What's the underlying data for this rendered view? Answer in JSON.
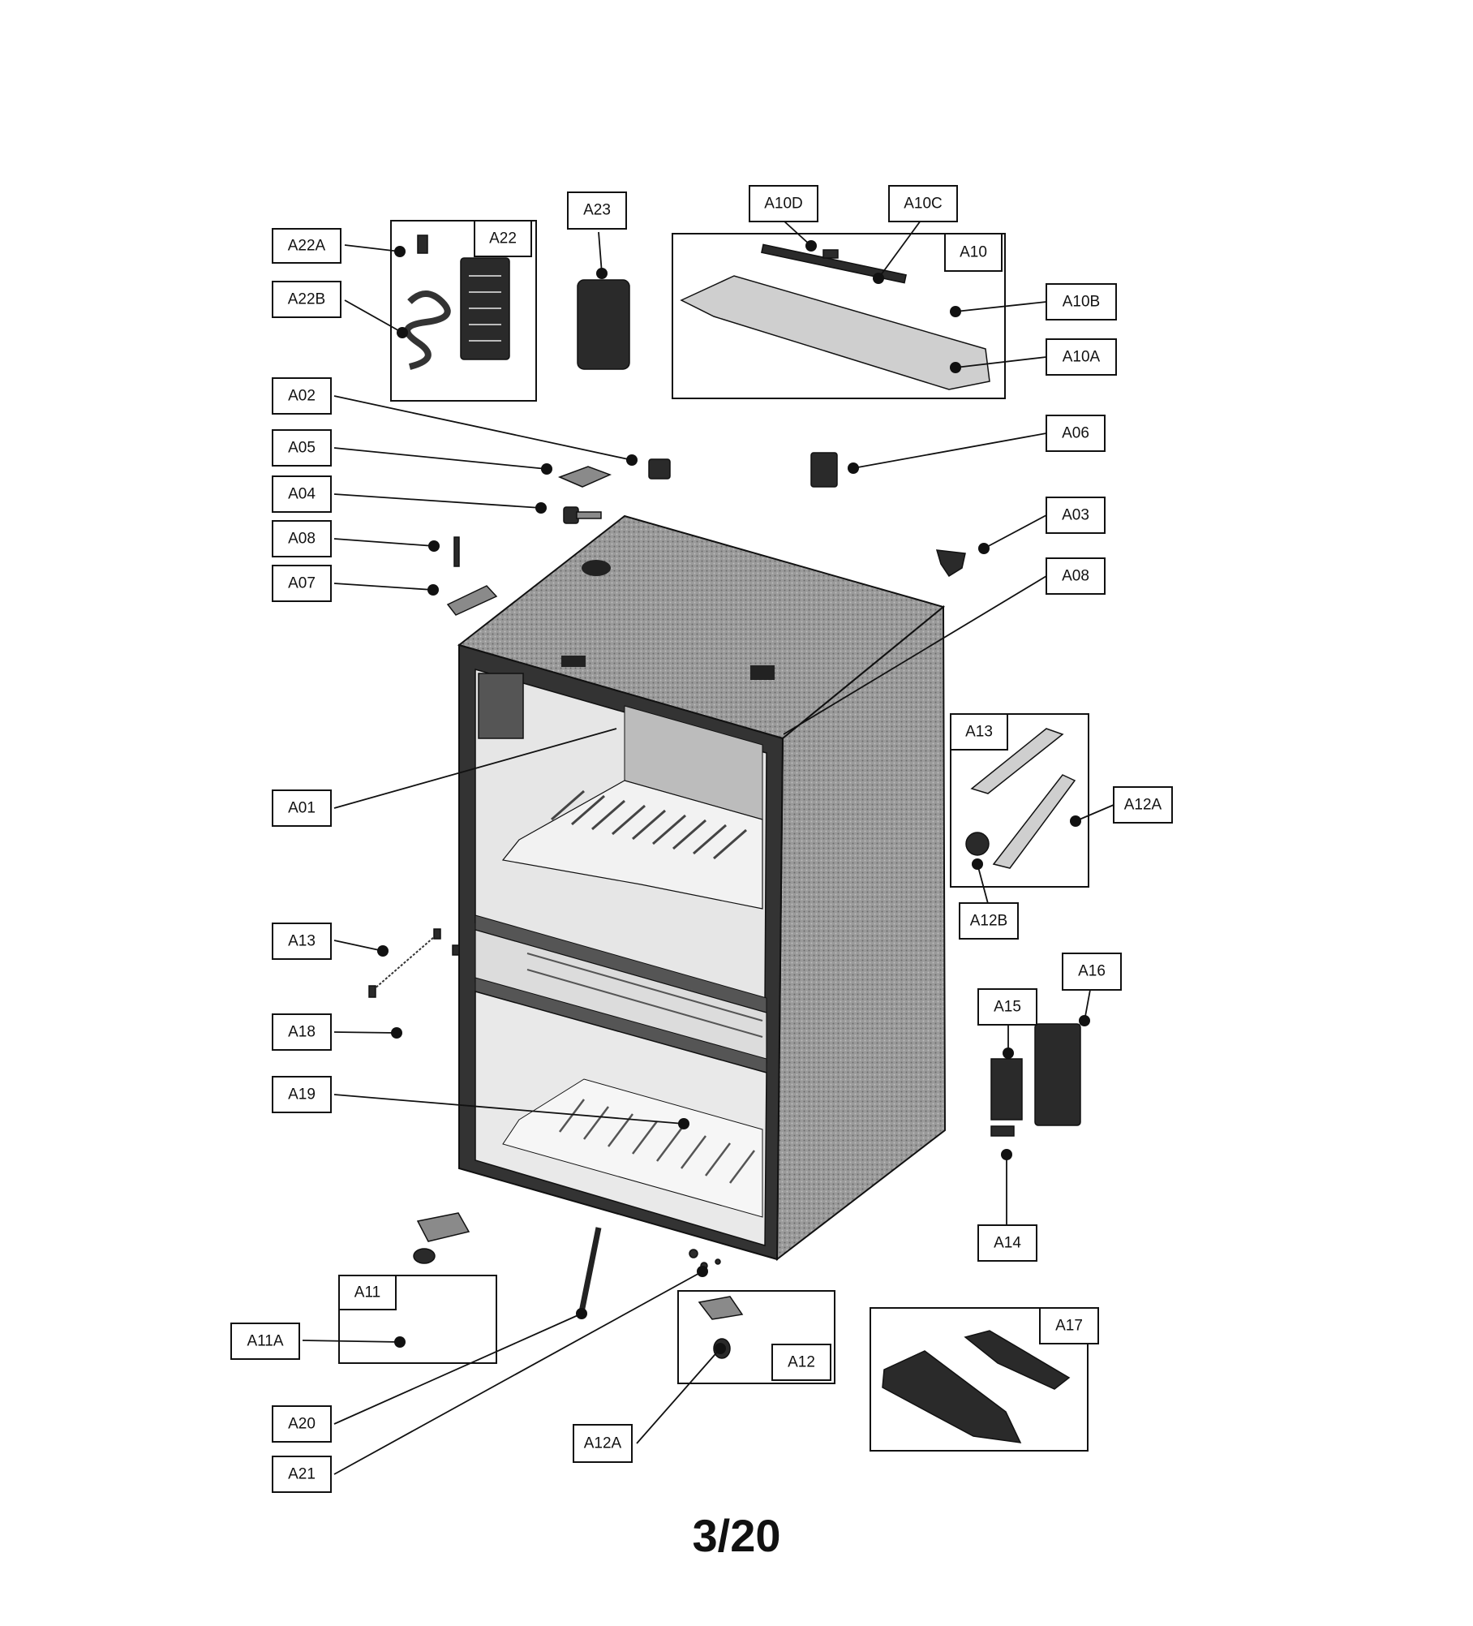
{
  "page_number": "3/20",
  "labels": {
    "A22A": "A22A",
    "A22B": "A22B",
    "A22": "A22",
    "A23": "A23",
    "A10D": "A10D",
    "A10C": "A10C",
    "A10": "A10",
    "A10B": "A10B",
    "A10A": "A10A",
    "A02": "A02",
    "A05": "A05",
    "A04": "A04",
    "A08_left": "A08",
    "A07": "A07",
    "A06": "A06",
    "A03": "A03",
    "A08_right": "A08",
    "A01": "A01",
    "A13_group": "A13",
    "A12A_right": "A12A",
    "A12B": "A12B",
    "A13_left": "A13",
    "A18": "A18",
    "A19": "A19",
    "A16": "A16",
    "A15": "A15",
    "A14": "A14",
    "A11": "A11",
    "A11A": "A11A",
    "A20": "A20",
    "A21": "A21",
    "A12": "A12",
    "A12A_bottom": "A12A",
    "A17": "A17"
  }
}
